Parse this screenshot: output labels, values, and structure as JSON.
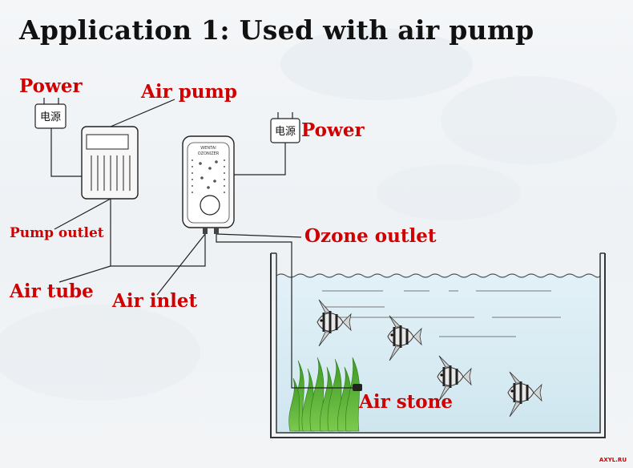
{
  "heading": "Application 1: Used with air pump",
  "labels": {
    "power_left": "Power",
    "air_pump": "Air pump",
    "power_right": "Power",
    "pump_outlet": "Pump outlet",
    "ozone_outlet": "Ozone outlet",
    "air_tube": "Air tube",
    "air_inlet": "Air inlet",
    "air_stone": "Air stone"
  },
  "power_chip_text": "电源",
  "ozonizer_panel": {
    "brand": "WENTAI",
    "model": "OZONIZER"
  },
  "credit": "AXYL.RU",
  "colors": {
    "label_red": "#d00000",
    "heading": "#111111",
    "water": "#d7ecf4",
    "plants": "#4fae2f"
  }
}
